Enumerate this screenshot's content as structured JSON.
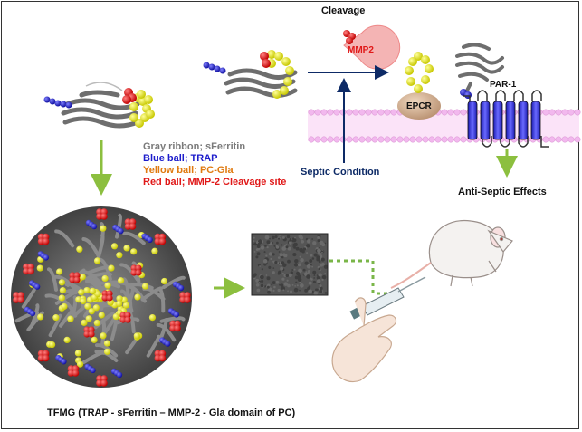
{
  "top": {
    "cleavage_label": "Cleavage",
    "enzyme_label": "MMP2",
    "receptor_label": "EPCR",
    "par_label": "PAR-1",
    "condition_label": "Septic Condition",
    "effect_label": "Anti-Septic Effects"
  },
  "legend": {
    "gray": "Gray ribbon; sFerritin",
    "blue": "Blue ball; TRAP",
    "yellow": "Yellow  ball; PC-Gla",
    "red": "Red ball; MMP-2 Cleavage site"
  },
  "caption": "TFMG (TRAP - sFerritin – MMP-2 - Gla domain of PC)",
  "colors": {
    "gray": "#7a7a7a",
    "blue": "#1e1ecc",
    "yellow": "#e6e600",
    "red": "#e01818",
    "orange": "#e07a10",
    "navy": "#0d2a66",
    "green_arrow": "#8cbf3f",
    "membrane": "#f2b8ee"
  }
}
